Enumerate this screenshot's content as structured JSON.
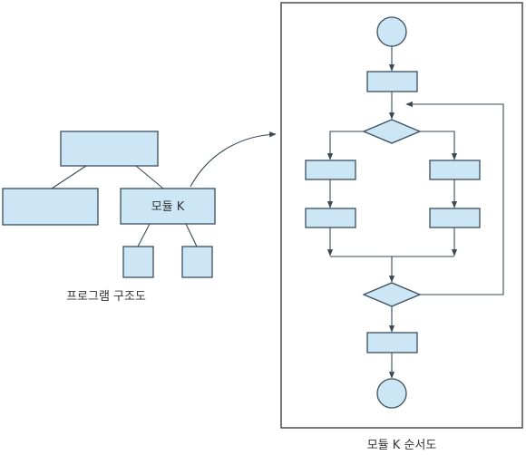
{
  "structure_chart": {
    "module_k_label": "모듈 K",
    "caption": "프로그램 구조도"
  },
  "flowchart": {
    "caption": "모듈 K 순서도"
  },
  "colors": {
    "fill": "#cde6f5",
    "stroke": "#3a4e5c",
    "frame": "#4a4a4a"
  }
}
